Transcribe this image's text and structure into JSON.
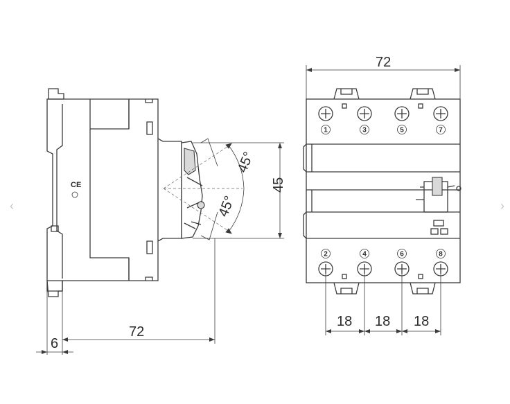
{
  "navigation": {
    "prev_icon": "‹",
    "next_icon": "›"
  },
  "side_view": {
    "marking_ce": "CE",
    "width_label": "72",
    "offset_label": "6",
    "height_label": "45",
    "angle_top_label": "45°",
    "angle_bottom_label": "45°"
  },
  "front_view": {
    "width_label": "72",
    "terminal_top_labels": [
      "1",
      "3",
      "5",
      "7"
    ],
    "terminal_bottom_labels": [
      "2",
      "4",
      "6",
      "8"
    ],
    "pitch_labels": [
      "18",
      "18",
      "18"
    ]
  }
}
